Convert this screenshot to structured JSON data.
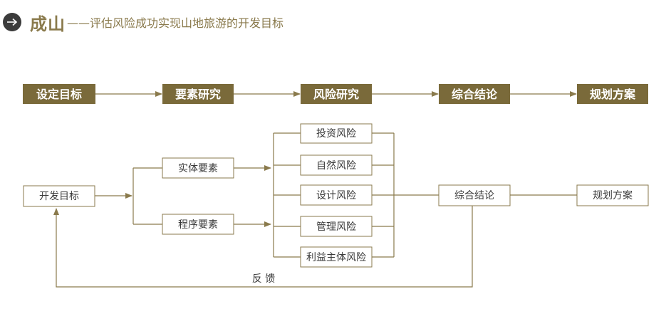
{
  "header": {
    "title_main": "成山",
    "title_sub": "——评估风险成功实现山地旅游的开发目标"
  },
  "top_flow": [
    "设定目标",
    "要素研究",
    "风险研究",
    "综合结论",
    "规划方案"
  ],
  "detail": {
    "goal": "开发目标",
    "elements": [
      "实体要素",
      "程序要素"
    ],
    "risks": [
      "投资风险",
      "自然风险",
      "设计风险",
      "管理风险",
      "利益主体风险"
    ],
    "conclusion": "综合结论",
    "plan": "规划方案",
    "feedback": "反 馈"
  },
  "colors": {
    "accent": "#7a6a3a",
    "line": "#8a7a4c"
  }
}
